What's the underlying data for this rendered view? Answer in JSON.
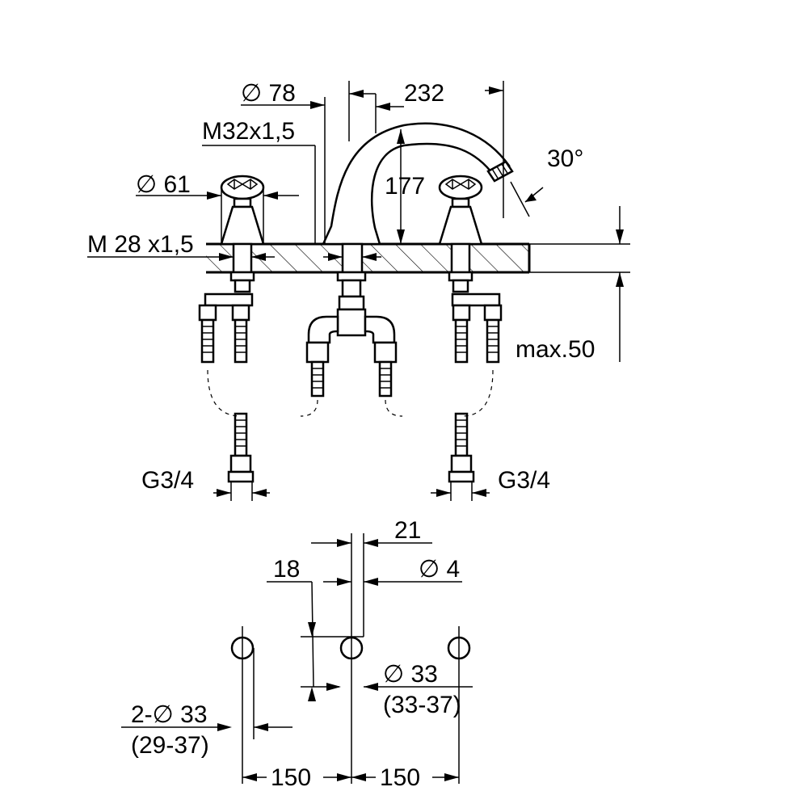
{
  "dimensions": {
    "spout_diameter": "∅ 78",
    "spout_reach": "232",
    "spout_thread": "M32x1,5",
    "handle_diameter": "∅ 61",
    "spout_height": "177",
    "spout_angle": "30°",
    "valve_thread": "M 28 x1,5",
    "max_thickness": "max.50",
    "connection_left": "G3/4",
    "connection_right": "G3/4",
    "offset_21": "21",
    "offset_18": "18",
    "pin_diameter": "∅ 4",
    "center_hole": "∅ 33",
    "center_hole_range": "(33-37)",
    "side_holes": "2-∅ 33",
    "side_holes_range": "(29-37)",
    "spacing_left": "150",
    "spacing_right": "150"
  }
}
